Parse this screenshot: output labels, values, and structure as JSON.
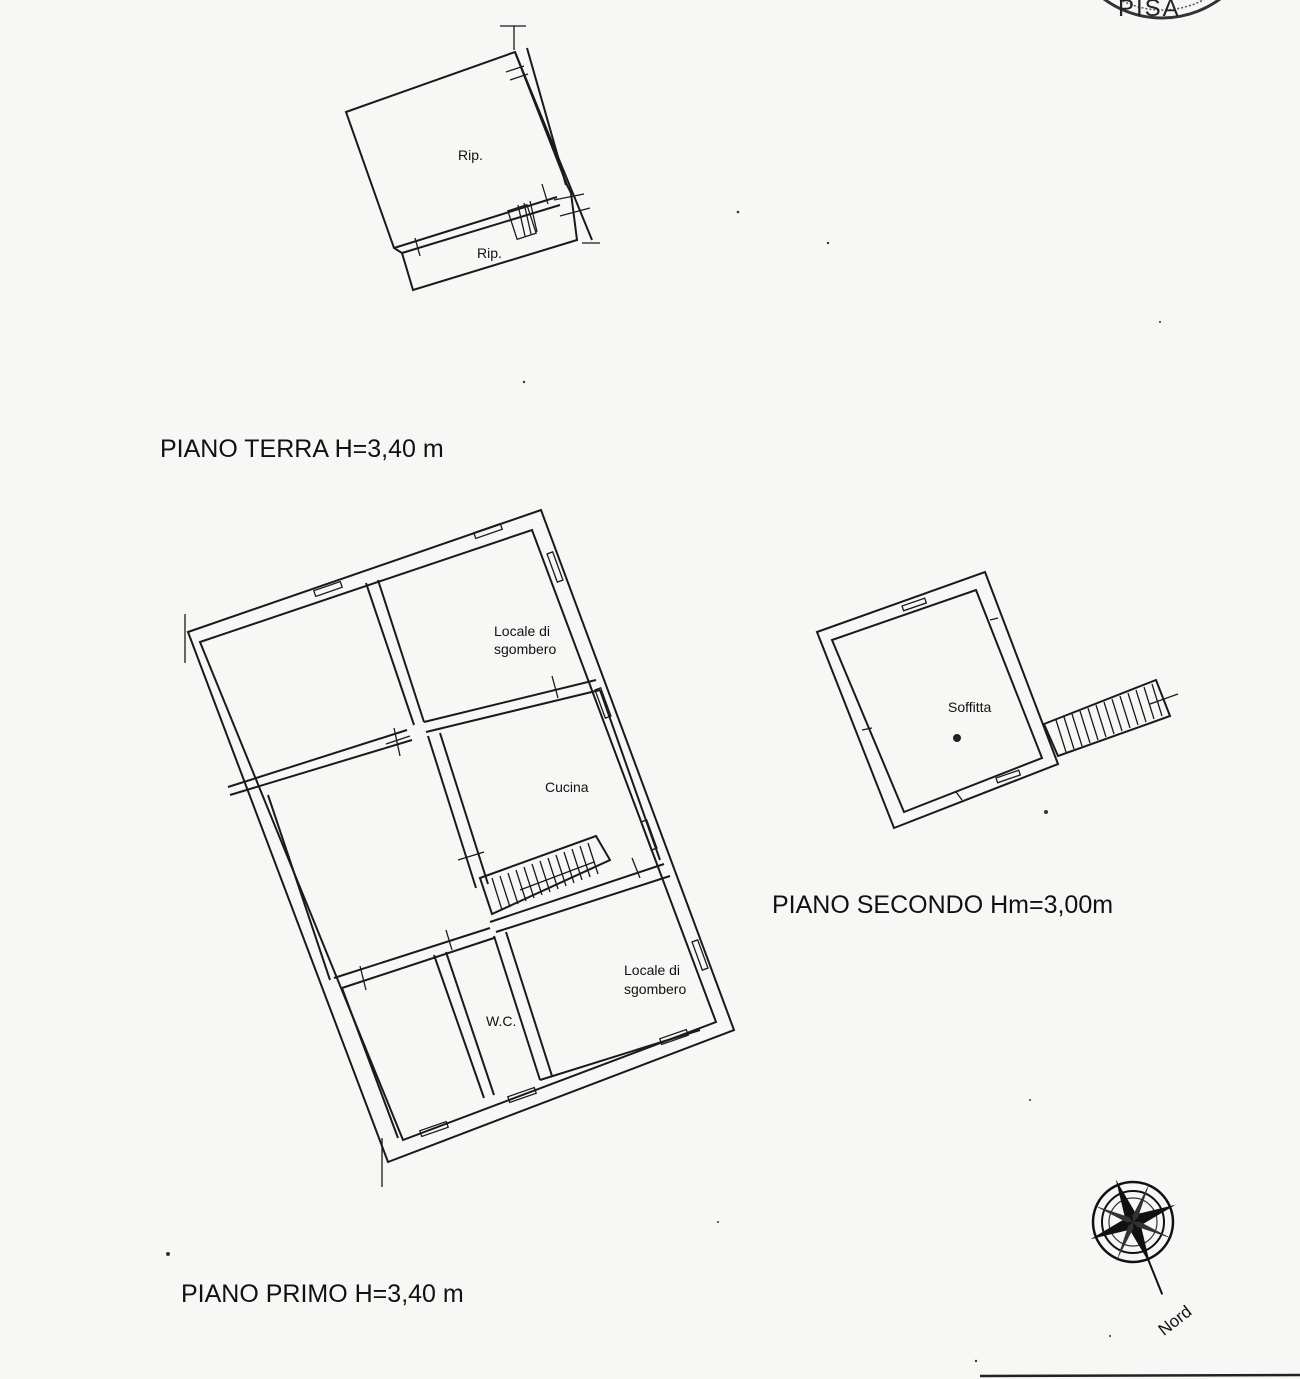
{
  "stamp": {
    "text": "PISA"
  },
  "ground_floor": {
    "title": "PIANO TERRA H=3,40 m",
    "rooms": [
      "Rip.",
      "Rip."
    ]
  },
  "first_floor": {
    "title": "PIANO PRIMO H=3,40 m",
    "rooms": [
      "Locale di",
      "sgombero",
      "Cucina",
      "W.C.",
      "Locale di",
      "sgombero"
    ]
  },
  "second_floor": {
    "title": "PIANO SECONDO Hm=3,00m",
    "rooms": [
      "Soffitta"
    ]
  },
  "compass": {
    "label": "Nord",
    "icon": "compass-rose-icon"
  }
}
